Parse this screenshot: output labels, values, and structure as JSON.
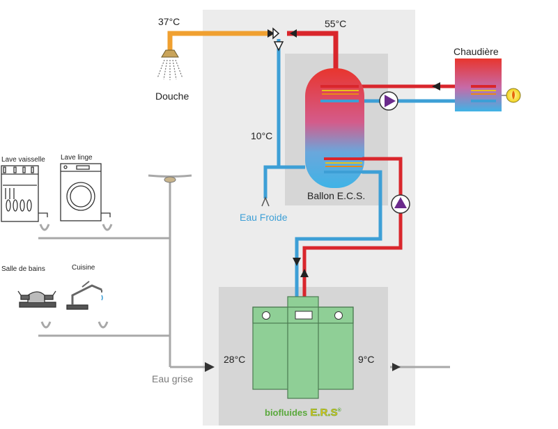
{
  "labels": {
    "shower_temp": "37°C",
    "hot_temp": "55°C",
    "shower": "Douche",
    "boiler": "Chaudière",
    "cold_inlet_temp": "10°C",
    "tank": "Ballon E.C.S.",
    "cold_water": "Eau Froide",
    "dishwasher": "Lave vaisselle",
    "washing_machine": "Lave linge",
    "bathroom": "Salle de bains",
    "kitchen": "Cuisine",
    "grey_water": "Eau grise",
    "grey_in_temp": "28°C",
    "grey_out_temp": "9°C"
  },
  "brand": {
    "prefix": "biofluides",
    "name": "E.R.S",
    "reg": "®"
  },
  "colors": {
    "hot": "#d9262c",
    "cold": "#3d9fd6",
    "mixed": "#f0a030",
    "grey_pipe": "#a8a8a8",
    "pump": "#6b2a8c",
    "exchanger": "#8fcf96",
    "panel": "#ececec",
    "brand_green": "#5aa83c",
    "brand_yellow": "#e8c21a"
  }
}
